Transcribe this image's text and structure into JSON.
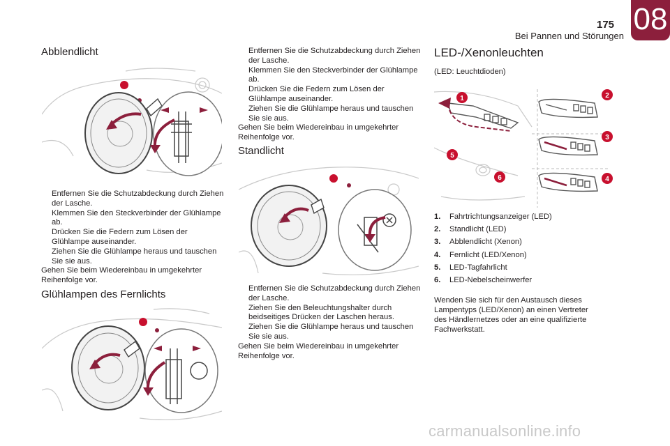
{
  "header": {
    "page_number": "175",
    "chapter": "08",
    "subtitle": "Bei Pannen und Störungen"
  },
  "col1": {
    "section1_title": "Abblendlicht",
    "section1_steps": [
      "Entfernen Sie die Schutzabdeckung durch Ziehen der Lasche.",
      "Klemmen Sie den Steckverbinder der Glühlampe ab.",
      "Drücken Sie die Federn zum Lösen der Glühlampe auseinander.",
      "Ziehen Sie die Glühlampe heraus und tauschen Sie sie aus."
    ],
    "section1_note": "Gehen Sie beim Wiedereinbau in umgekehrter Reihenfolge vor.",
    "section2_title": "Glühlampen des Fernlichts"
  },
  "col2": {
    "steps_top": [
      "Entfernen Sie die Schutzabdeckung durch Ziehen der Lasche.",
      "Klemmen Sie den Steckverbinder der Glühlampe ab.",
      "Drücken Sie die Federn zum Lösen der Glühlampe auseinander.",
      "Ziehen Sie die Glühlampe heraus und tauschen Sie sie aus."
    ],
    "note_top": "Gehen Sie beim Wiedereinbau in umgekehrter Reihenfolge vor.",
    "section_title": "Standlicht",
    "steps_bottom": [
      "Entfernen Sie die Schutzabdeckung durch Ziehen der Lasche.",
      "Ziehen Sie den Beleuchtungshalter durch beidseitiges Drücken der Laschen heraus.",
      "Ziehen Sie die Glühlampe heraus und tauschen Sie sie aus."
    ],
    "note_bottom": "Gehen Sie beim Wiedereinbau in umgekehrter Reihenfolge vor."
  },
  "col3": {
    "title": "LED-/Xenonleuchten",
    "subtitle": "(LED: Leuchtdioden)",
    "callouts": [
      "1",
      "2",
      "3",
      "4",
      "5",
      "6"
    ],
    "items": [
      {
        "num": "1.",
        "label": "Fahrtrichtungsanzeiger (LED)"
      },
      {
        "num": "2.",
        "label": "Standlicht (LED)"
      },
      {
        "num": "3.",
        "label": "Abblendlicht (Xenon)"
      },
      {
        "num": "4.",
        "label": "Fernlicht (LED/Xenon)"
      },
      {
        "num": "5.",
        "label": "LED-Tagfahrlicht"
      },
      {
        "num": "6.",
        "label": "LED-Nebelscheinwerfer"
      }
    ],
    "note": "Wenden Sie sich für den Austausch dieses Lampentyps (LED/Xenon) an einen Vertreter des Händlernetzes oder an eine qualifizierte Fachwerkstatt."
  },
  "bullet_glyph": "",
  "watermark": "carmanualsonline.info",
  "colors": {
    "accent": "#8c1f3c",
    "callout": "#c8102e",
    "text": "#231f20"
  }
}
